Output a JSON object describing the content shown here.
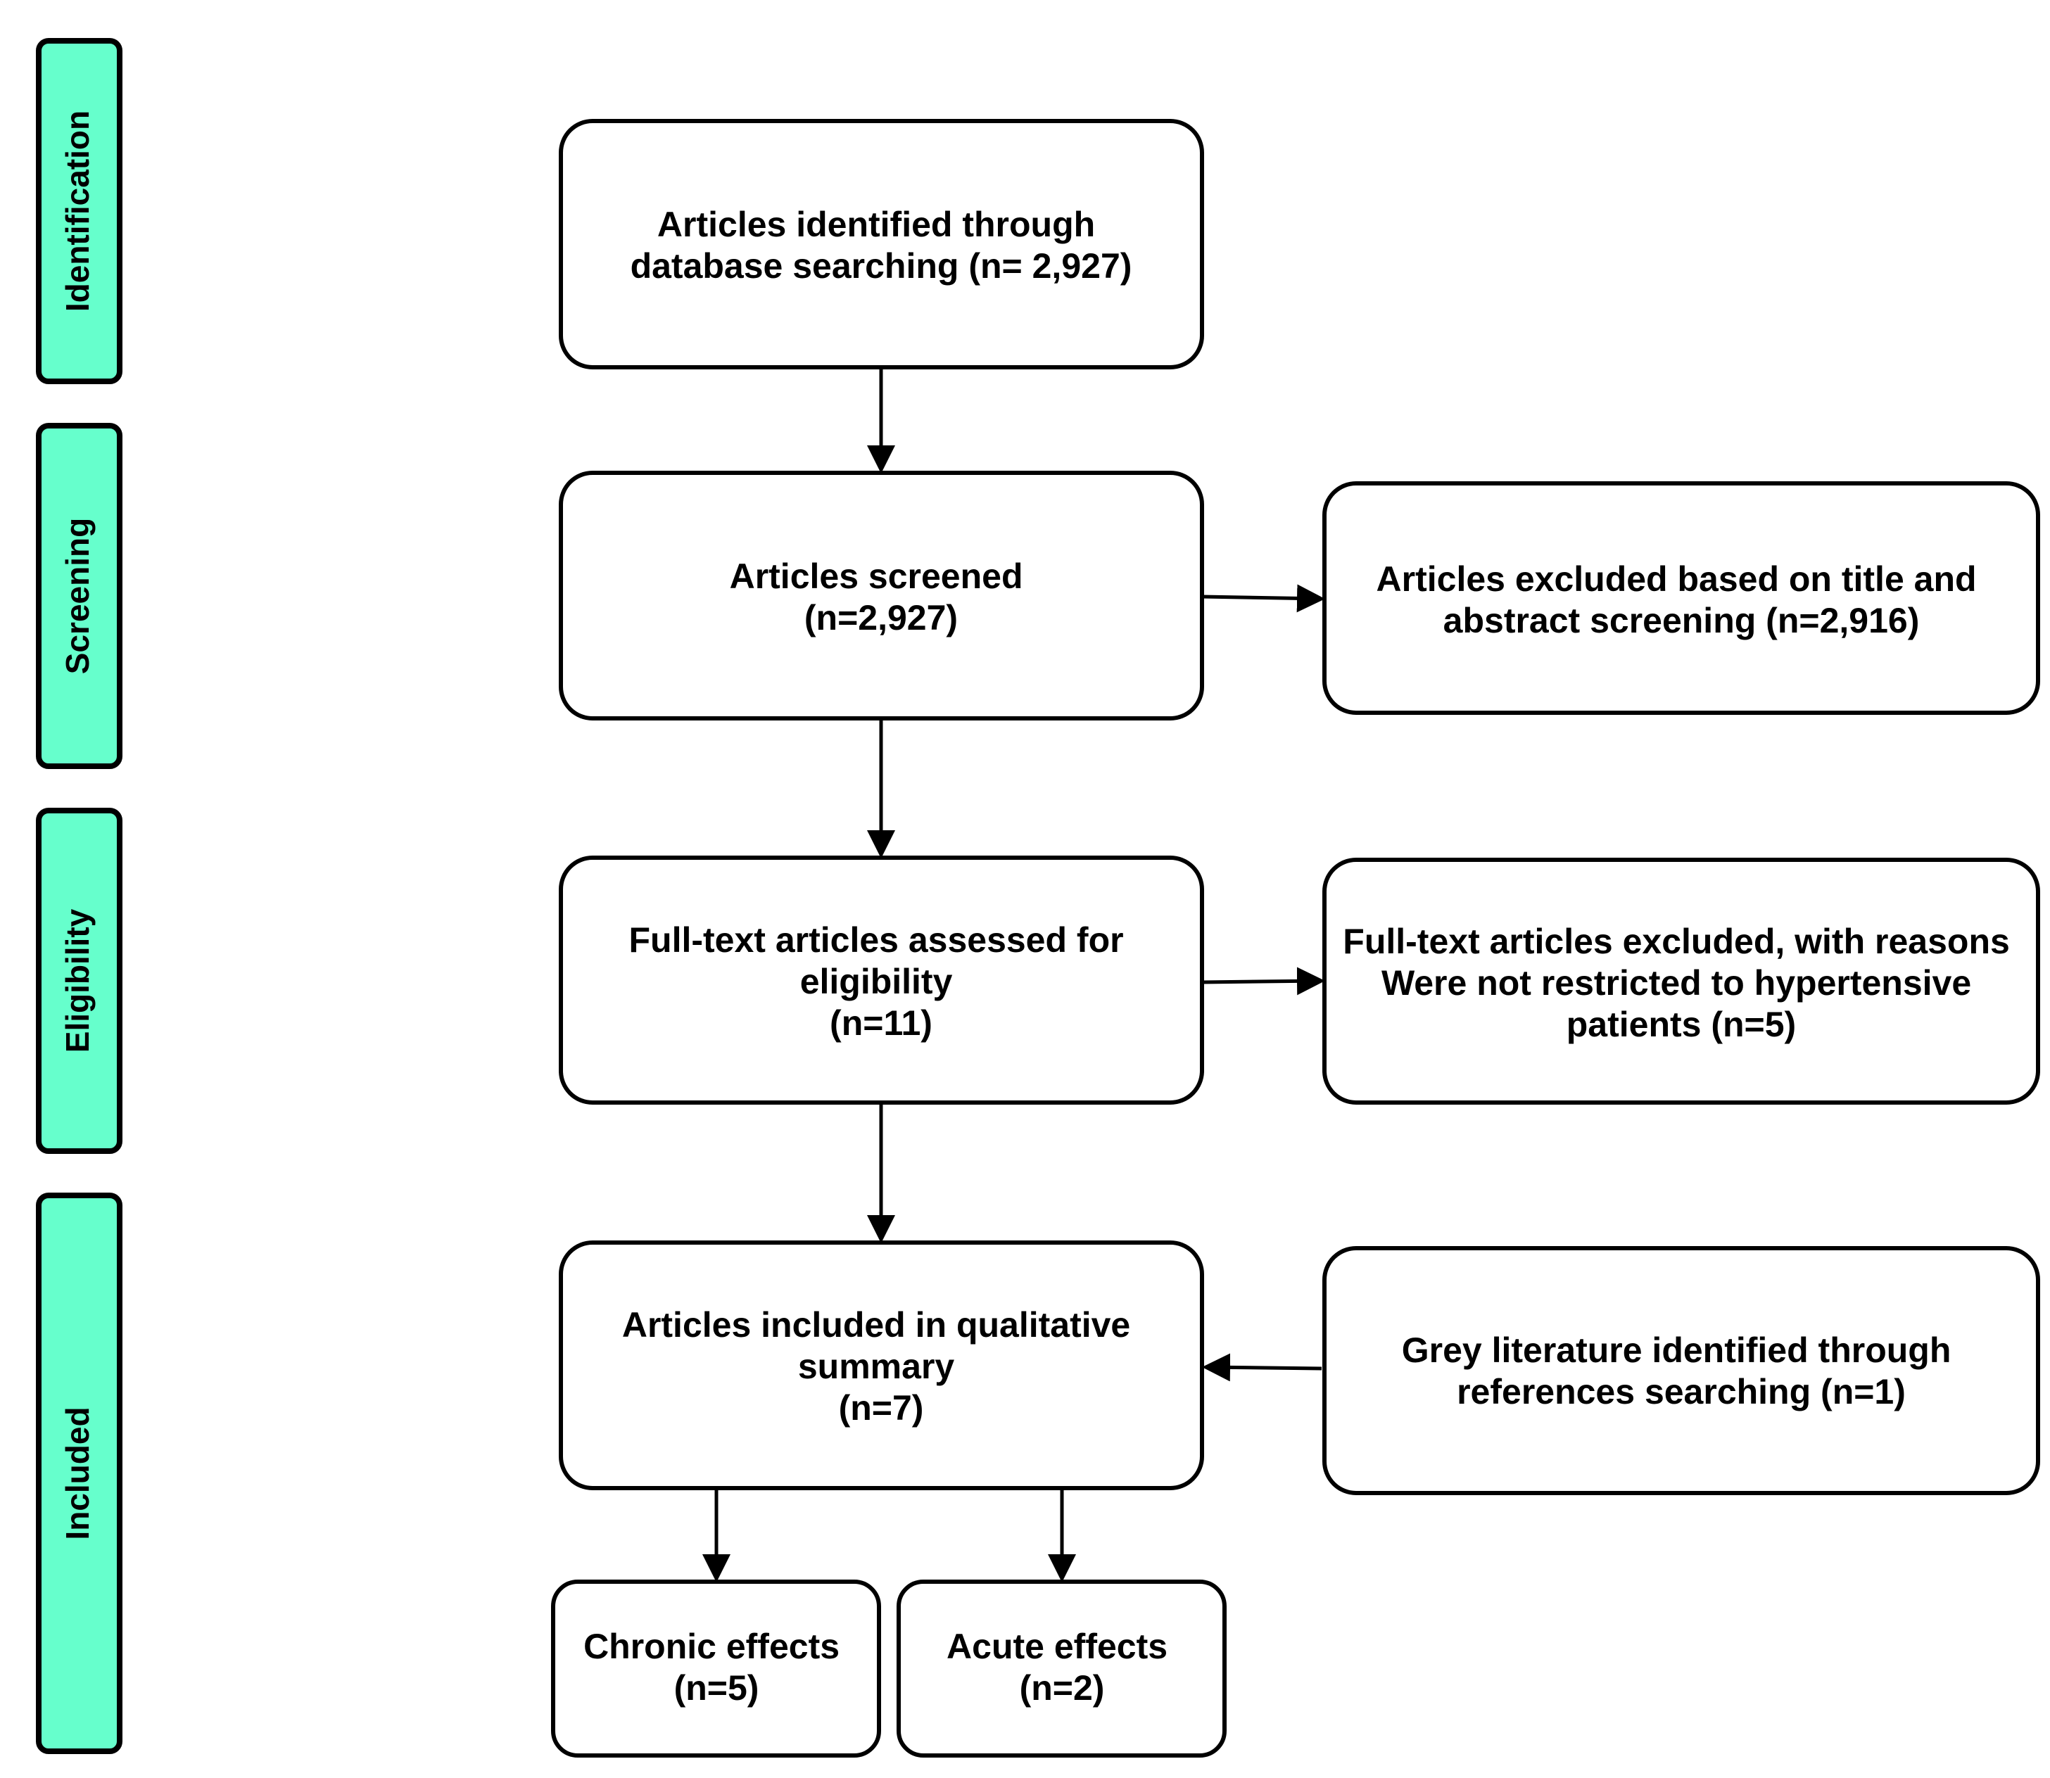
{
  "stages": {
    "identification": "Identification",
    "screening": "Screening",
    "eligibility": "Eligibility",
    "included": "Included"
  },
  "boxes": {
    "identified": [
      "Articles identified through",
      "database searching (n= 2,927)"
    ],
    "screened": [
      "Articles screened",
      "(n=2,927)"
    ],
    "excluded_title_abstract": [
      "Articles excluded based on title and",
      "abstract screening (n=2,916)"
    ],
    "fulltext_assessed": [
      "Full-text articles assessed for",
      "eligibility",
      "(n=11)"
    ],
    "fulltext_excluded": [
      "Full-text articles excluded, with reasons",
      "Were not restricted to hypertensive",
      "patients (n=5)"
    ],
    "included_qualitative": [
      "Articles included in qualitative",
      "summary",
      "(n=7)"
    ],
    "grey_literature": [
      "Grey literature identified through",
      "references searching (n=1)"
    ],
    "chronic": [
      "Chronic effects",
      "(n=5)"
    ],
    "acute": [
      "Acute effects",
      "(n=2)"
    ]
  },
  "colors": {
    "stage_fill": "#66FFCC",
    "stroke": "#000000"
  }
}
